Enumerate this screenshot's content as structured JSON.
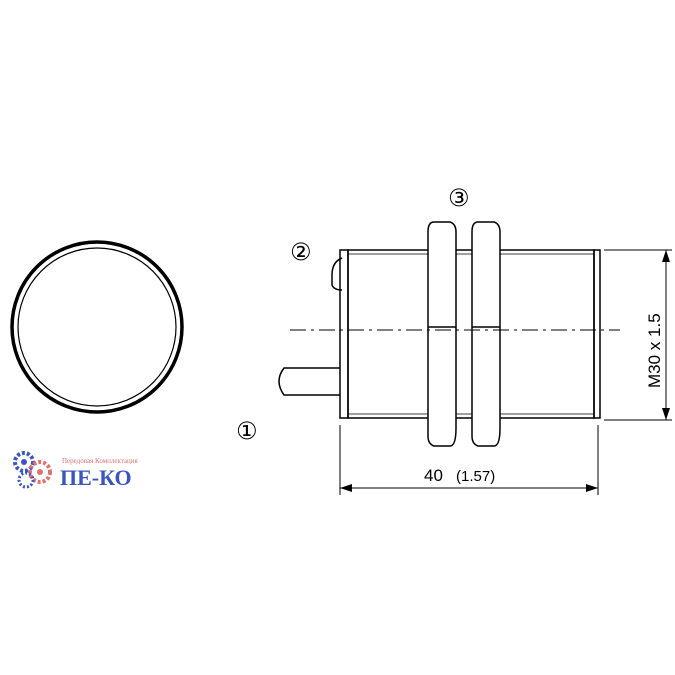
{
  "callouts": {
    "cable": "①",
    "led": "②",
    "nuts": "③"
  },
  "dimensions": {
    "length": "40",
    "length_inch": "(1.57)",
    "thread": "M30 x 1.5"
  },
  "logo": {
    "name": "ПЕ-КО",
    "tagline": "Передовая Комплектация"
  },
  "colors": {
    "line": "#000000",
    "logo_blue": "#3a55c0",
    "logo_red": "#e07070"
  }
}
